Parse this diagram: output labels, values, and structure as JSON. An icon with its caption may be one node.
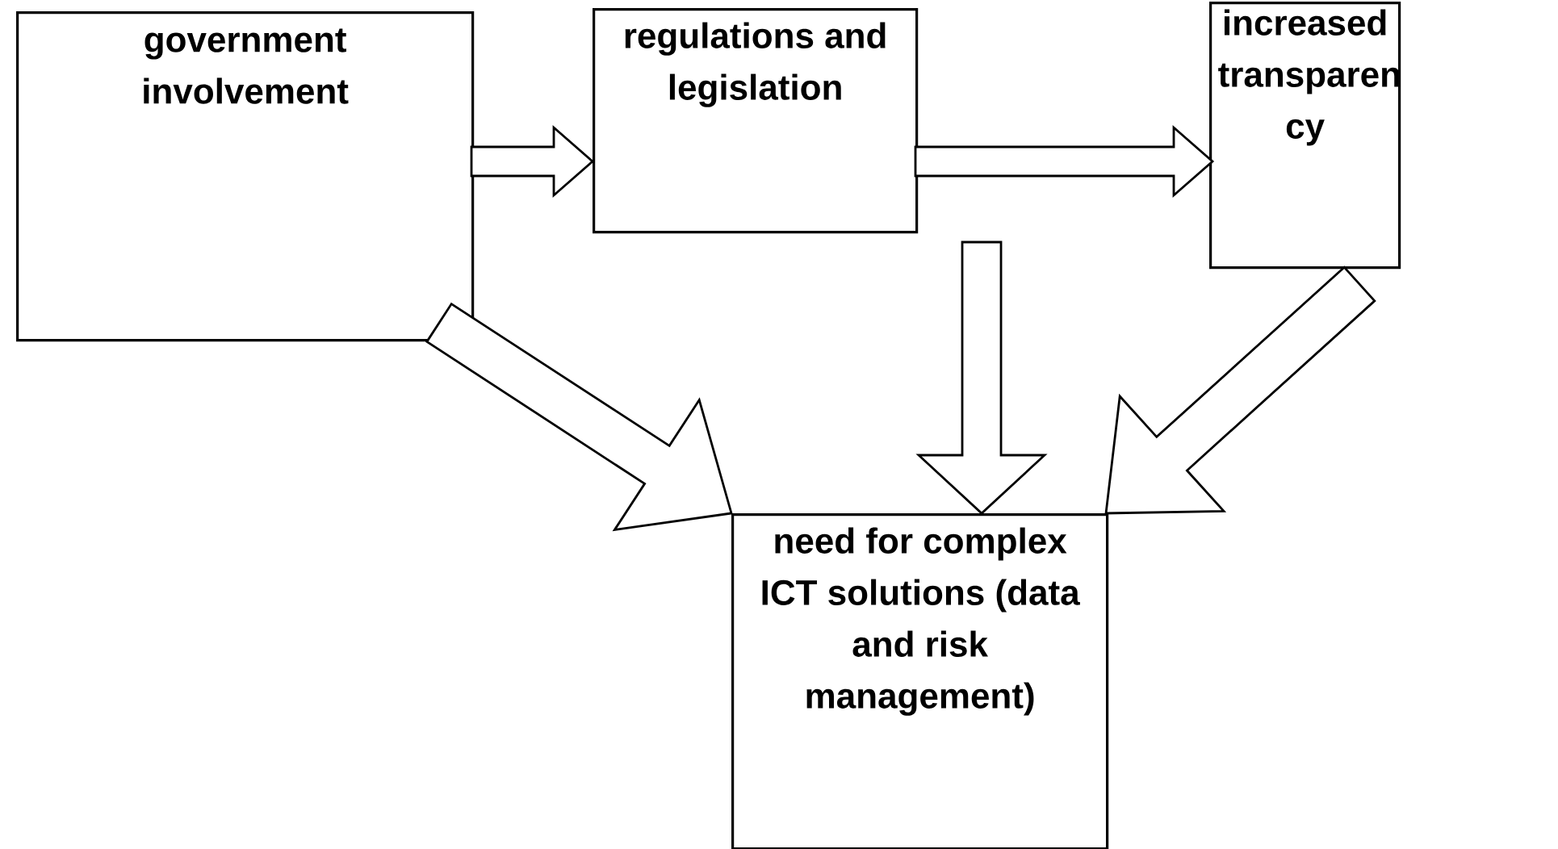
{
  "diagram": {
    "nodes": [
      {
        "text": [
          "government involvement"
        ]
      },
      {
        "text": [
          "regulations and legislation"
        ]
      },
      {
        "text": [
          "increased transparen cy"
        ]
      },
      {
        "text": [
          "need for complex ICT solutions (data and risk management)"
        ]
      }
    ],
    "edges": [
      {
        "from": 0,
        "to": 1,
        "arrow": "to"
      },
      {
        "from": 1,
        "to": 2,
        "arrow": "to"
      },
      {
        "from": 0,
        "to": 3,
        "arrow": "to"
      },
      {
        "from": 1,
        "to": 3,
        "arrow": "to"
      },
      {
        "from": 2,
        "to": 3,
        "arrow": "to"
      }
    ]
  }
}
